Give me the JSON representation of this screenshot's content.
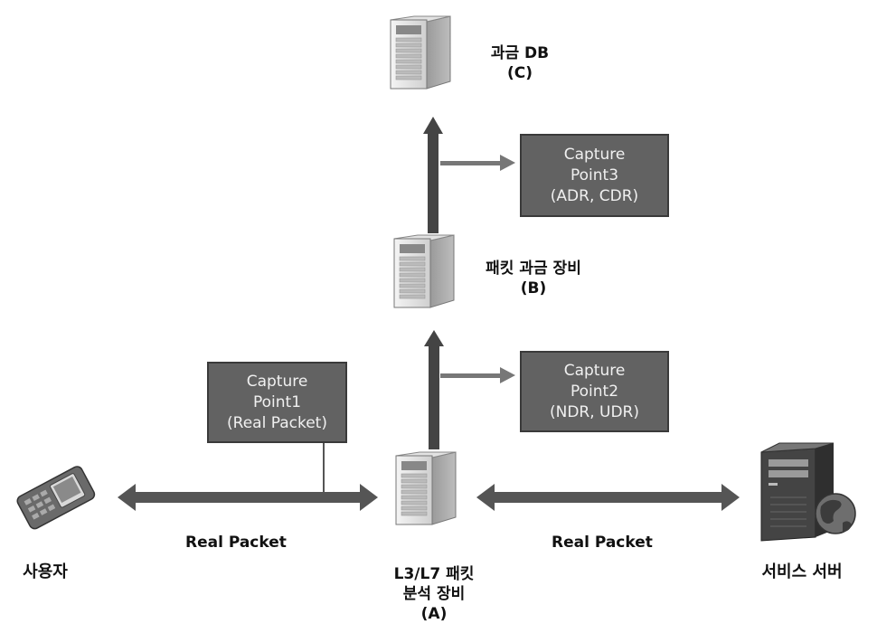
{
  "nodes": {
    "billing_db": {
      "line1": "과금 DB",
      "line2": "(C)"
    },
    "packet_billing": {
      "line1": "패킷 과금 장비",
      "line2": "(B)"
    },
    "l3l7_analyzer": {
      "line1": "L3/L7 패킷",
      "line2": "분석 장비",
      "line3": "(A)"
    },
    "user": {
      "label": "사용자"
    },
    "service_server": {
      "label": "서비스 서버"
    }
  },
  "capture_points": {
    "cp1": {
      "line1": "Capture",
      "line2": "Point1",
      "line3": "(Real Packet)"
    },
    "cp2": {
      "line1": "Capture",
      "line2": "Point2",
      "line3": "(NDR, UDR)"
    },
    "cp3": {
      "line1": "Capture",
      "line2": "Point3",
      "line3": "(ADR, CDR)"
    }
  },
  "edges": {
    "left": "Real Packet",
    "right": "Real Packet"
  }
}
